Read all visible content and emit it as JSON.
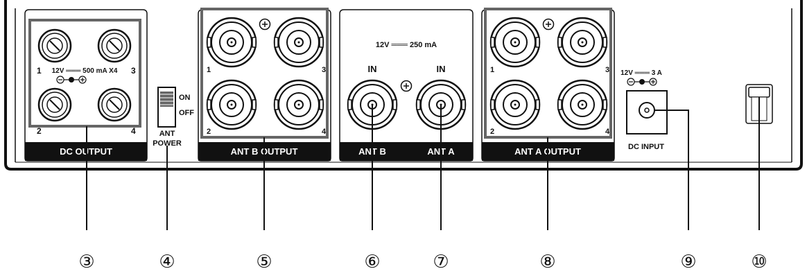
{
  "panel": {
    "dc_output": {
      "connector_numbers": [
        "1",
        "3",
        "2",
        "4"
      ],
      "rating": "12V ═══ 500 mA X4",
      "section_label": "DC OUTPUT"
    },
    "ant_power": {
      "on_label": "ON",
      "off_label": "OFF",
      "label_line1": "ANT",
      "label_line2": "POWER"
    },
    "ant_b_output": {
      "port_numbers": [
        "1",
        "3",
        "2",
        "4"
      ],
      "section_label": "ANT B OUTPUT"
    },
    "ant_inputs": {
      "rating": "12V ═══ 250 mA",
      "in_b_label": "IN",
      "in_a_label": "IN",
      "ant_b_label": "ANT B",
      "ant_a_label": "ANT A"
    },
    "ant_a_output": {
      "port_numbers": [
        "1",
        "3",
        "2",
        "4"
      ],
      "section_label": "ANT A OUTPUT"
    },
    "dc_input": {
      "rating": "12V ═══ 3 A",
      "label": "DC INPUT"
    }
  },
  "callouts": [
    "③",
    "④",
    "⑤",
    "⑥",
    "⑦",
    "⑧",
    "⑨",
    "⑩"
  ]
}
